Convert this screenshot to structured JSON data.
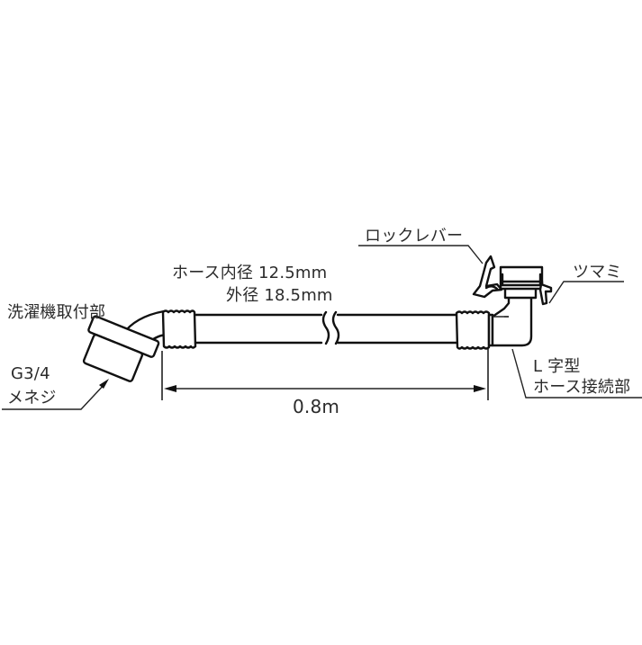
{
  "diagram": {
    "type": "hose-assembly-drawing",
    "labels": {
      "washer_mount": "洗濯機取付部",
      "thread_line1": "G3/4",
      "thread_line2": "メネジ",
      "hose_inner": "ホース内径 12.5mm",
      "hose_outer": "外径 18.5mm",
      "lock_lever": "ロックレバー",
      "knob": "ツマミ",
      "l_joint_line1": "L 字型",
      "l_joint_line2": "ホース接続部",
      "length": "0.8m"
    },
    "dimensions": {
      "hose_inner_diameter_mm": 12.5,
      "hose_outer_diameter_mm": 18.5,
      "length_m": 0.8
    },
    "colors": {
      "line": "#111111",
      "text": "#2b2b2b",
      "background": "#ffffff"
    }
  }
}
